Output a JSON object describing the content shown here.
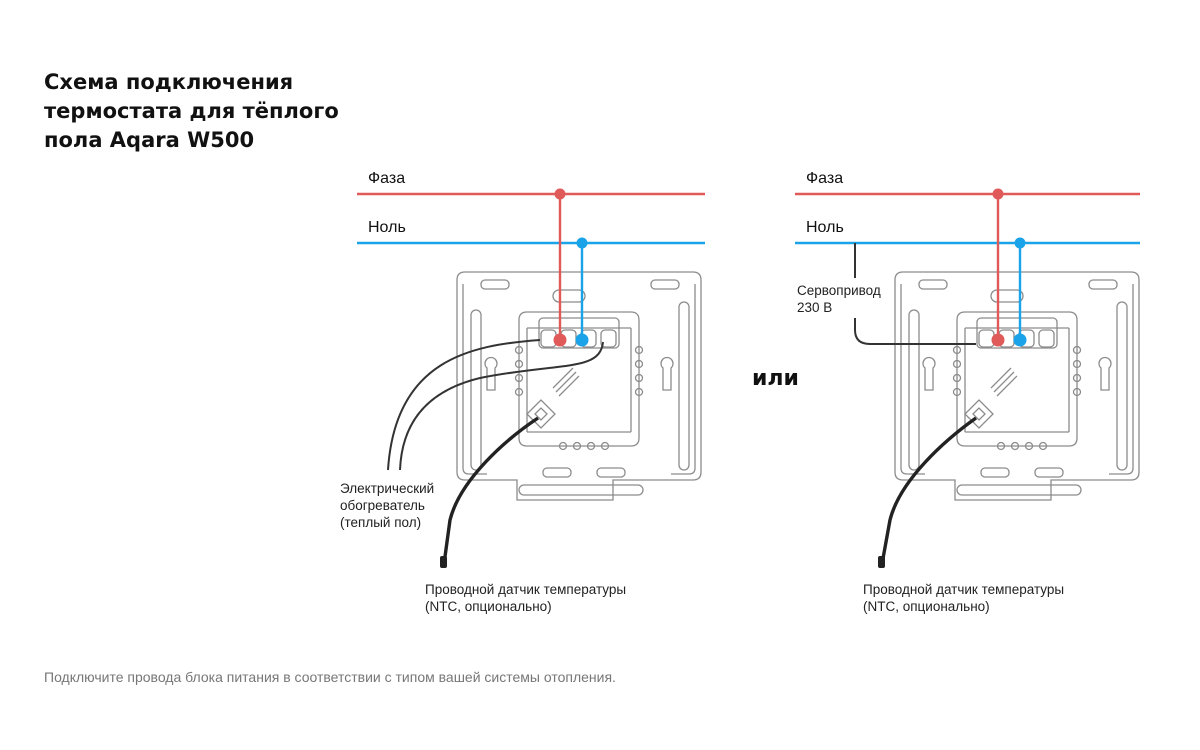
{
  "title": [
    "Схема подключения",
    "термостата для тёплого",
    "пола Aqara W500"
  ],
  "or_label": "или",
  "footer_note": "Подключите провода блока питания в соответствии с типом вашей системы отопления.",
  "colors": {
    "phase": "#e05a5a",
    "neutral": "#1aa3e8",
    "wire": "#333333",
    "plate": "#8c8c8c"
  },
  "left_diagram": {
    "phase_label": "Фаза",
    "neutral_label": "Ноль",
    "heater_label": [
      "Электрический",
      "обогреватель",
      "(теплый пол)"
    ],
    "sensor_label": [
      "Проводной датчик температуры",
      "(NTC, опционально)"
    ]
  },
  "right_diagram": {
    "phase_label": "Фаза",
    "neutral_label": "Ноль",
    "actuator_label": [
      "Сервопривод",
      "230 В"
    ],
    "sensor_label": [
      "Проводной датчик температуры",
      "(NTC, опционально)"
    ]
  }
}
